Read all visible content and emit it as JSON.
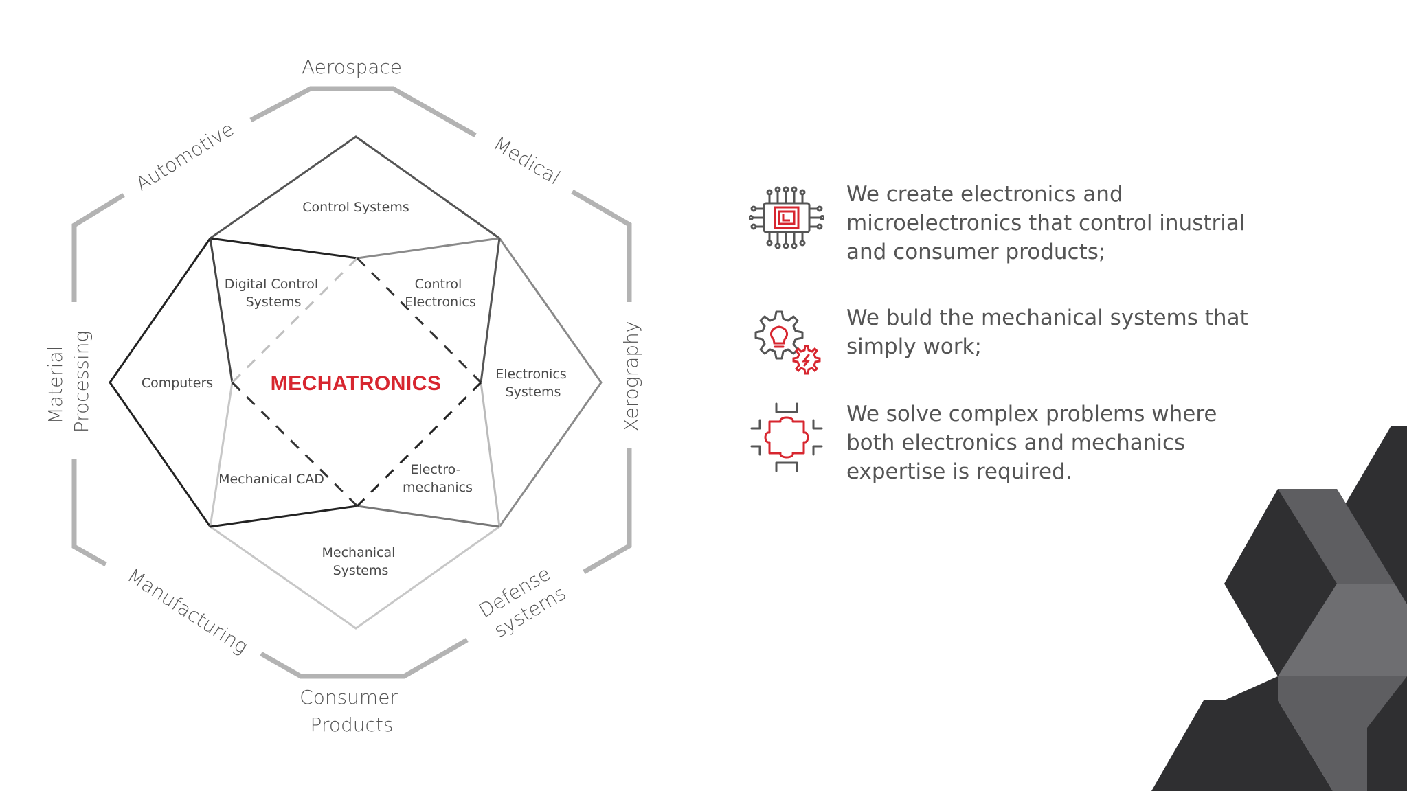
{
  "diagram": {
    "center": "MECHATRONICS",
    "industries": {
      "aerospace": "Aerospace",
      "medical": "Medical",
      "xerography": "Xerography",
      "defense_line1": "Defense",
      "defense_line2": "systems",
      "consumer_line1": "Consumer",
      "consumer_line2": "Products",
      "manufacturing": "Manufacturing",
      "material_line1": "Material",
      "material_line2": "Processing",
      "automotive": "Automotive"
    },
    "fields": {
      "control_systems": "Control Systems",
      "digital_control_line1": "Digital Control",
      "digital_control_line2": "Systems",
      "control_electronics_line1": "Control",
      "control_electronics_line2": "Electronics",
      "electronics_systems_line1": "Electronics",
      "electronics_systems_line2": "Systems",
      "computers": "Computers",
      "mechanical_cad": "Mechanical CAD",
      "electromechanics_line1": "Electro-",
      "electromechanics_line2": "mechanics",
      "mechanical_systems_line1": "Mechanical",
      "mechanical_systems_line2": "Systems"
    }
  },
  "points": [
    {
      "icon": "microchip-icon",
      "lines": [
        "We create electronics and",
        "microelectronics that control inustrial",
        "and consumer products;"
      ]
    },
    {
      "icon": "gear-lightbulb-icon",
      "lines": [
        "We buld the mechanical systems that",
        "simply work;"
      ]
    },
    {
      "icon": "puzzle-piece-icon",
      "lines": [
        "We solve complex problems where",
        "both electronics and mechanics",
        "expertise is required."
      ]
    }
  ],
  "colors": {
    "accent": "#d7262f",
    "text": "#555555",
    "ring": "#b3b3b3",
    "dark_cube": "#2f2f31",
    "mid_cube": "#5e5e61"
  }
}
